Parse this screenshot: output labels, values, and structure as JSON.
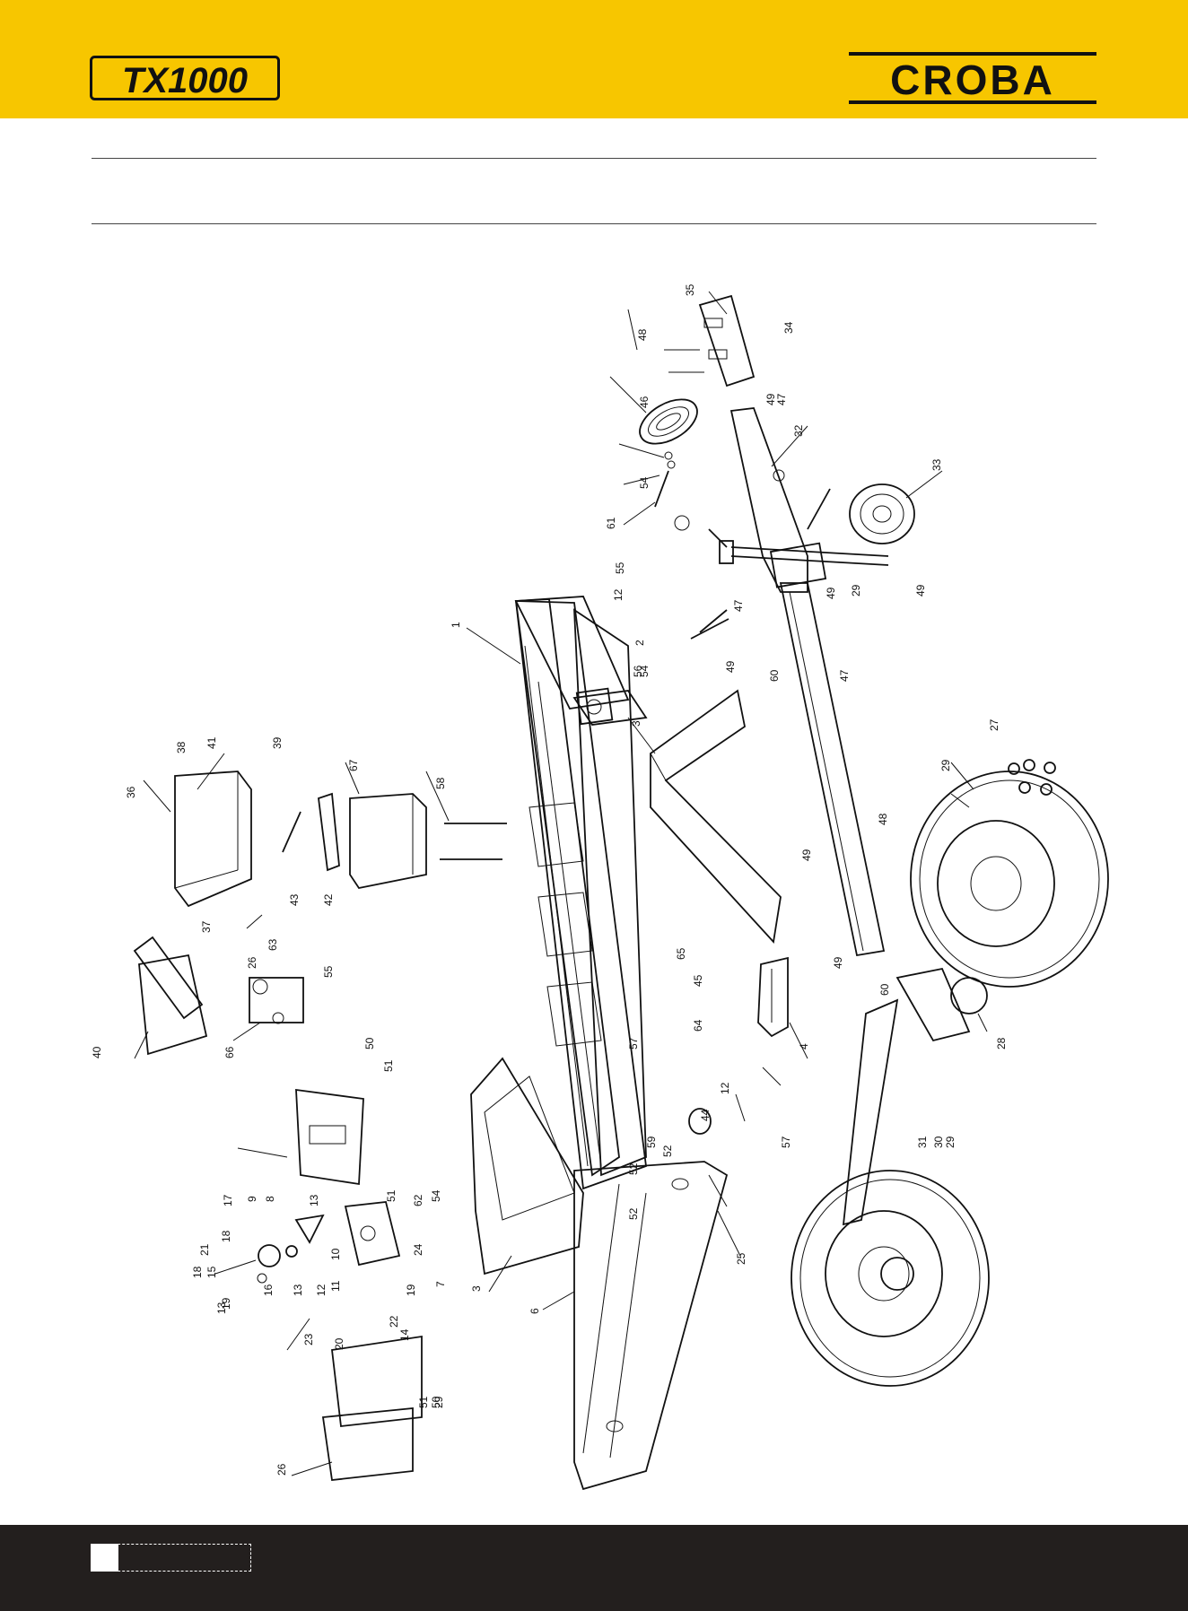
{
  "brand": {
    "model_logo_text": "TX1000",
    "maker_logo_text": "CROBA",
    "header_color": "#f7c600",
    "footer_color": "#231f1e"
  },
  "drawing": {
    "part_labels": [
      {
        "id": "p1",
        "text": "1"
      },
      {
        "id": "p2",
        "text": "2"
      },
      {
        "id": "p3a",
        "text": "3"
      },
      {
        "id": "p3b",
        "text": "3"
      },
      {
        "id": "p4",
        "text": "4"
      },
      {
        "id": "p6",
        "text": "6"
      },
      {
        "id": "p7",
        "text": "7"
      },
      {
        "id": "p8",
        "text": "8"
      },
      {
        "id": "p9",
        "text": "9"
      },
      {
        "id": "p10",
        "text": "10"
      },
      {
        "id": "p11",
        "text": "11"
      },
      {
        "id": "p12a",
        "text": "12"
      },
      {
        "id": "p12b",
        "text": "12"
      },
      {
        "id": "p12c",
        "text": "12"
      },
      {
        "id": "p13a",
        "text": "13"
      },
      {
        "id": "p13b",
        "text": "13"
      },
      {
        "id": "p13c",
        "text": "13"
      },
      {
        "id": "p14",
        "text": "14"
      },
      {
        "id": "p15",
        "text": "15"
      },
      {
        "id": "p16",
        "text": "16"
      },
      {
        "id": "p17",
        "text": "17"
      },
      {
        "id": "p18a",
        "text": "18"
      },
      {
        "id": "p18b",
        "text": "18"
      },
      {
        "id": "p19a",
        "text": "19"
      },
      {
        "id": "p19b",
        "text": "19"
      },
      {
        "id": "p20",
        "text": "20"
      },
      {
        "id": "p21",
        "text": "21"
      },
      {
        "id": "p22",
        "text": "22"
      },
      {
        "id": "p23",
        "text": "23"
      },
      {
        "id": "p24",
        "text": "24"
      },
      {
        "id": "p25",
        "text": "25"
      },
      {
        "id": "p26a",
        "text": "26"
      },
      {
        "id": "p26b",
        "text": "26"
      },
      {
        "id": "p27",
        "text": "27"
      },
      {
        "id": "p28",
        "text": "28"
      },
      {
        "id": "p29a",
        "text": "29"
      },
      {
        "id": "p29b",
        "text": "29"
      },
      {
        "id": "p29c",
        "text": "29"
      },
      {
        "id": "p29d",
        "text": "29"
      },
      {
        "id": "p30",
        "text": "30"
      },
      {
        "id": "p31",
        "text": "31"
      },
      {
        "id": "p32",
        "text": "32"
      },
      {
        "id": "p33",
        "text": "33"
      },
      {
        "id": "p34",
        "text": "34"
      },
      {
        "id": "p35",
        "text": "35"
      },
      {
        "id": "p36",
        "text": "36"
      },
      {
        "id": "p37",
        "text": "37"
      },
      {
        "id": "p38",
        "text": "38"
      },
      {
        "id": "p39",
        "text": "39"
      },
      {
        "id": "p40",
        "text": "40"
      },
      {
        "id": "p41",
        "text": "41"
      },
      {
        "id": "p42",
        "text": "42"
      },
      {
        "id": "p43",
        "text": "43"
      },
      {
        "id": "p44",
        "text": "44"
      },
      {
        "id": "p45",
        "text": "45"
      },
      {
        "id": "p46",
        "text": "46"
      },
      {
        "id": "p47a",
        "text": "47"
      },
      {
        "id": "p47b",
        "text": "47"
      },
      {
        "id": "p47c",
        "text": "47"
      },
      {
        "id": "p48a",
        "text": "48"
      },
      {
        "id": "p48b",
        "text": "48"
      },
      {
        "id": "p49a",
        "text": "49"
      },
      {
        "id": "p49b",
        "text": "49"
      },
      {
        "id": "p49c",
        "text": "49"
      },
      {
        "id": "p49d",
        "text": "49"
      },
      {
        "id": "p49e",
        "text": "49"
      },
      {
        "id": "p49f",
        "text": "49"
      },
      {
        "id": "p50a",
        "text": "50"
      },
      {
        "id": "p50b",
        "text": "50"
      },
      {
        "id": "p51a",
        "text": "51"
      },
      {
        "id": "p51b",
        "text": "51"
      },
      {
        "id": "p51c",
        "text": "51"
      },
      {
        "id": "p52a",
        "text": "52"
      },
      {
        "id": "p52b",
        "text": "52"
      },
      {
        "id": "p52c",
        "text": "52"
      },
      {
        "id": "p54a",
        "text": "54"
      },
      {
        "id": "p54b",
        "text": "54"
      },
      {
        "id": "p54c",
        "text": "54"
      },
      {
        "id": "p55a",
        "text": "55"
      },
      {
        "id": "p55b",
        "text": "55"
      },
      {
        "id": "p56",
        "text": "56"
      },
      {
        "id": "p57a",
        "text": "57"
      },
      {
        "id": "p57b",
        "text": "57"
      },
      {
        "id": "p58",
        "text": "58"
      },
      {
        "id": "p59",
        "text": "59"
      },
      {
        "id": "p60a",
        "text": "60"
      },
      {
        "id": "p60b",
        "text": "60"
      },
      {
        "id": "p61",
        "text": "61"
      },
      {
        "id": "p62",
        "text": "62"
      },
      {
        "id": "p63",
        "text": "63"
      },
      {
        "id": "p64",
        "text": "64"
      },
      {
        "id": "p65",
        "text": "65"
      },
      {
        "id": "p66",
        "text": "66"
      },
      {
        "id": "p67",
        "text": "67"
      }
    ]
  }
}
